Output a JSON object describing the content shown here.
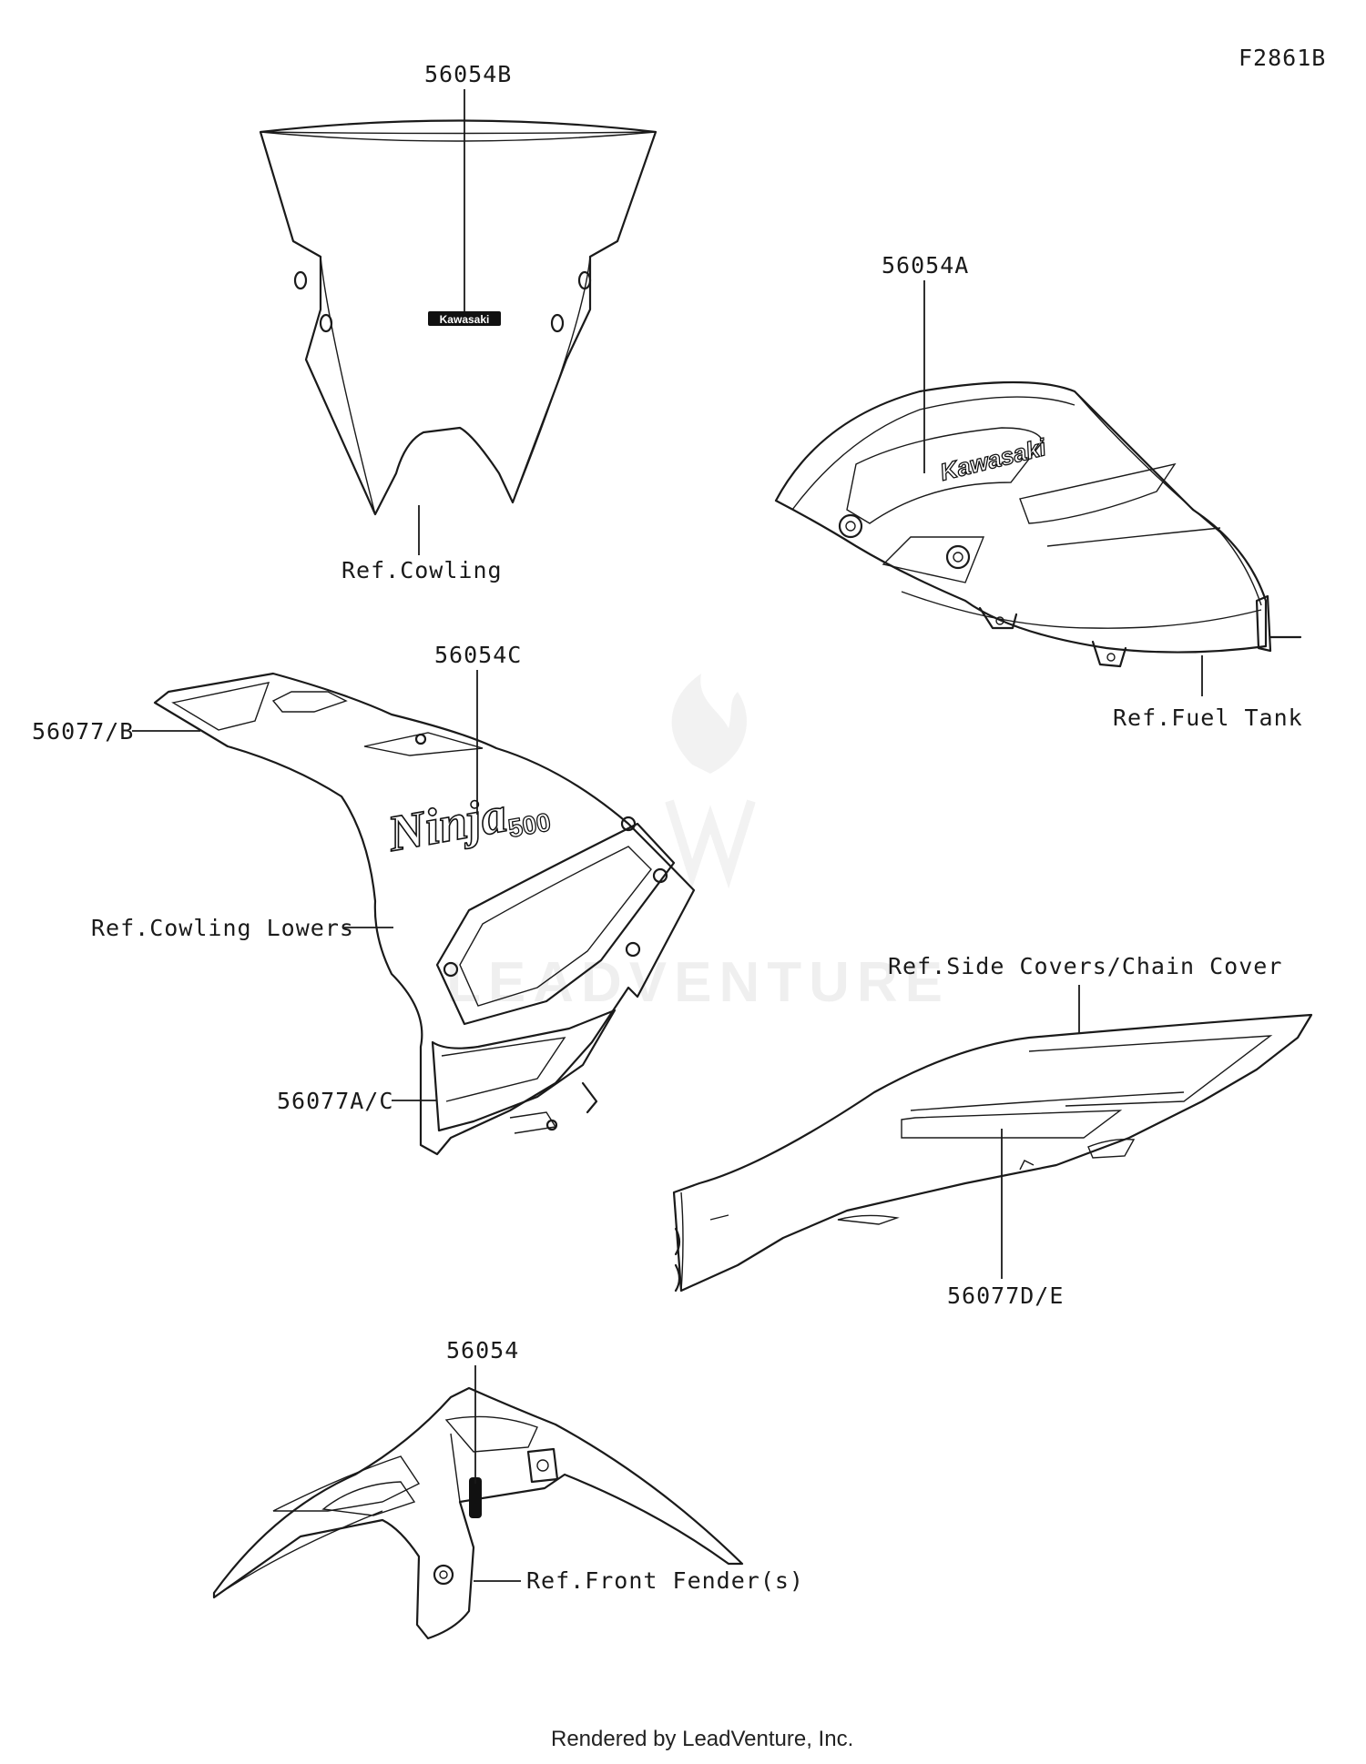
{
  "diagram_id": "F2861B",
  "footer": "Rendered by LeadVenture, Inc.",
  "watermark": "LEADVENTURE",
  "decal_windshield": "Kawasaki",
  "decal_tank": "Kawasaki",
  "decal_cowl": "Ninja",
  "decal_cowl_sub": "500",
  "callouts": {
    "p56054B": "56054B",
    "ref_cowling": "Ref.Cowling",
    "p56054A": "56054A",
    "ref_fuel_tank": "Ref.Fuel Tank",
    "p56054C": "56054C",
    "p56077B": "56077/B",
    "ref_cowling_lowers": "Ref.Cowling Lowers",
    "p56077AC": "56077A/C",
    "ref_side_covers": "Ref.Side Covers/Chain Cover",
    "p56077DE": "56077D/E",
    "p56054": "56054",
    "ref_front_fender": "Ref.Front Fender(s)"
  }
}
